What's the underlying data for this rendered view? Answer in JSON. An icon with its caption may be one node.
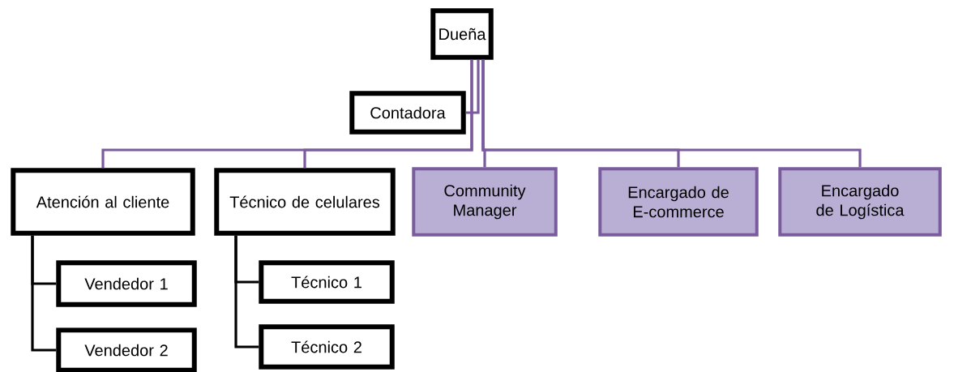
{
  "diagram": {
    "nodes": [
      {
        "text": [
          "Dueña"
        ]
      },
      {
        "text": [
          "Contadora"
        ]
      },
      {
        "text": [
          "Atención al cliente"
        ]
      },
      {
        "text": [
          "Técnico de celulares"
        ]
      },
      {
        "text": [
          "Community Manager"
        ]
      },
      {
        "text": [
          "Encargado de E-commerce"
        ]
      },
      {
        "text": [
          "Encargado de Logística"
        ]
      },
      {
        "text": [
          "Vendedor 1"
        ]
      },
      {
        "text": [
          "Vendedor 2"
        ]
      },
      {
        "text": [
          "Técnico 1"
        ]
      },
      {
        "text": [
          "Técnico 2"
        ]
      }
    ],
    "edges": [
      {
        "from": 0,
        "to": 1,
        "arrow": "none"
      },
      {
        "from": 0,
        "to": 2,
        "arrow": "none"
      },
      {
        "from": 0,
        "to": 3,
        "arrow": "none"
      },
      {
        "from": 0,
        "to": 4,
        "arrow": "none"
      },
      {
        "from": 0,
        "to": 5,
        "arrow": "none"
      },
      {
        "from": 0,
        "to": 6,
        "arrow": "none"
      },
      {
        "from": 2,
        "to": 7,
        "arrow": "none",
        "color": "#000000"
      },
      {
        "from": 2,
        "to": 8,
        "arrow": "none",
        "color": "#000000"
      },
      {
        "from": 3,
        "to": 9,
        "arrow": "none",
        "color": "#000000"
      },
      {
        "from": 3,
        "to": 10,
        "arrow": "none",
        "color": "#000000"
      }
    ]
  }
}
